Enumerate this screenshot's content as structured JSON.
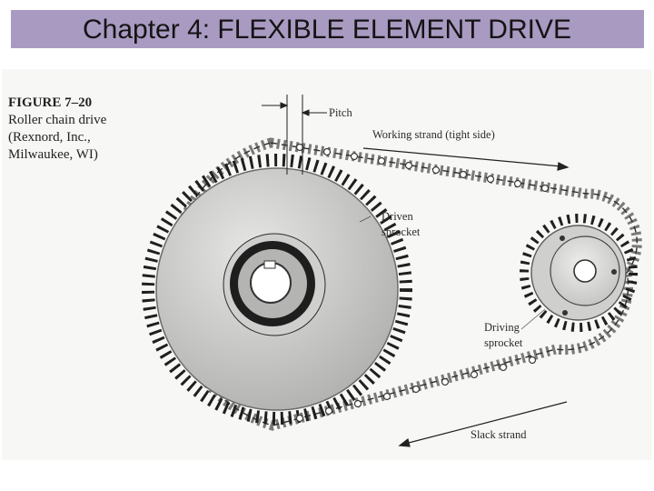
{
  "header": {
    "title": "Chapter 4:  FLEXIBLE ELEMENT DRIVE",
    "band_color": "#a99ac2"
  },
  "figure": {
    "number": "FIGURE 7–20",
    "caption_lines": [
      "Roller chain drive",
      "(Rexnord, Inc.,",
      "Milwaukee, WI)"
    ],
    "labels": {
      "pitch": "Pitch",
      "working_strand": "Working strand (tight side)",
      "driven_sprocket": "Driven\nsprocket",
      "driving_sprocket": "Driving\nsprocket",
      "slack_strand": "Slack strand"
    }
  }
}
